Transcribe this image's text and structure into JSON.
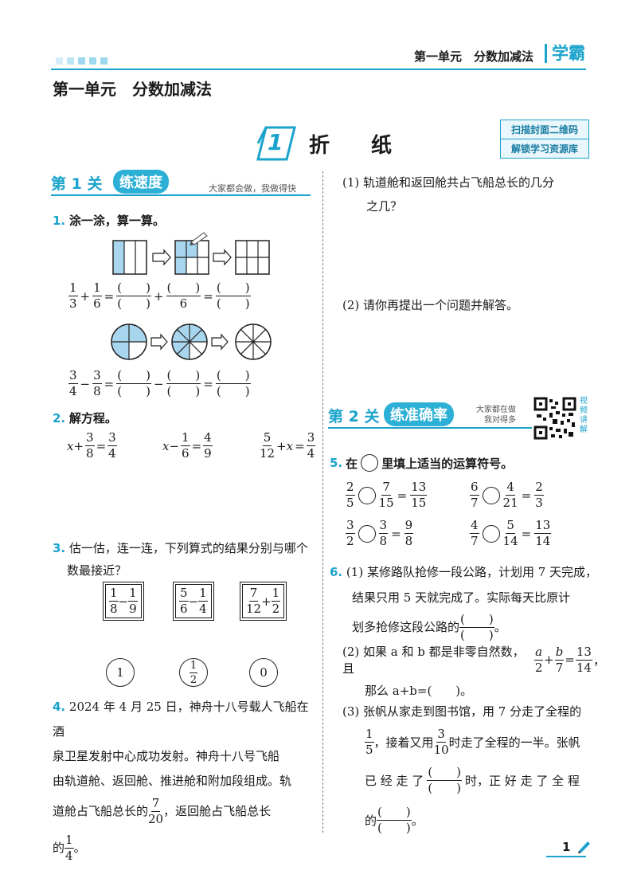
{
  "header": {
    "unit": "第一单元",
    "topic": "分数加减法",
    "brand": "学霸"
  },
  "page_title": "第一单元　分数加减法",
  "lesson": {
    "number": "1",
    "title": "折　　纸"
  },
  "scan_box": {
    "line1": "扫描封面二维码",
    "line2": "解锁学习资源库"
  },
  "level1": {
    "label": "第 1 关",
    "title": "练速度",
    "slogan": "大家都会做，我做得快"
  },
  "level2": {
    "label": "第 2 关",
    "title": "练准确率",
    "slogan1": "大家都在做",
    "slogan2": "我对得多",
    "video": "视频讲解"
  },
  "q1": {
    "num": "1.",
    "text": "涂一涂，算一算。",
    "eq1": {
      "a_n": "1",
      "a_d": "3",
      "op": "+",
      "b_n": "1",
      "b_d": "6",
      "eq": "=",
      "blank": "(　　)",
      "op2": "+",
      "d2": "6",
      "eq2": "="
    },
    "eq2": {
      "a_n": "3",
      "a_d": "4",
      "op": "−",
      "b_n": "3",
      "b_d": "8",
      "eq": "=",
      "blank": "(　　)",
      "op2": "−",
      "eq2": "="
    }
  },
  "q2": {
    "num": "2.",
    "text": "解方程。",
    "e1": {
      "pre": "x+",
      "n1": "3",
      "d1": "8",
      "eq": "=",
      "n2": "3",
      "d2": "4"
    },
    "e2": {
      "pre": "x−",
      "n1": "1",
      "d1": "6",
      "eq": "=",
      "n2": "4",
      "d2": "9"
    },
    "e3": {
      "n1": "5",
      "d1": "12",
      "mid": "+x",
      "eq": "=",
      "n2": "3",
      "d2": "4"
    }
  },
  "q3": {
    "num": "3.",
    "text1": "估一估，连一连，下列算式的结果分别与哪个",
    "text2": "数最接近？",
    "boxes": [
      {
        "n1": "1",
        "d1": "8",
        "op": "−",
        "n2": "1",
        "d2": "9"
      },
      {
        "n1": "5",
        "d1": "6",
        "op": "−",
        "n2": "1",
        "d2": "4"
      },
      {
        "n1": "7",
        "d1": "12",
        "op": "+",
        "n2": "1",
        "d2": "2"
      }
    ],
    "circles": {
      "c1": "1",
      "c2_n": "1",
      "c2_d": "2",
      "c3": "0"
    }
  },
  "q4": {
    "num": "4.",
    "l1": "2024 年 4 月 25 日，神舟十八号载人飞船在酒",
    "l2": "泉卫星发射中心成功发射。神舟十八号飞船",
    "l3": "由轨道舱、返回舱、推进舱和附加段组成。轨",
    "l4a": "道舱占飞船总长的",
    "l4_n": "7",
    "l4_d": "20",
    "l4b": "，返回舱占飞船总长",
    "l5a": "的",
    "l5_n": "1",
    "l5_d": "4",
    "l5b": "。",
    "sub1_a": "(1) 轨道舱和返回舱共占飞船总长的几分",
    "sub1_b": "之几？",
    "sub2": "(2) 请你再提出一个问题并解答。"
  },
  "q5": {
    "num": "5.",
    "text_a": "在",
    "text_b": "里填上适当的运算符号。",
    "items": [
      {
        "n1": "2",
        "d1": "5",
        "n2": "7",
        "d2": "15",
        "eq": "=",
        "n3": "13",
        "d3": "15"
      },
      {
        "n1": "6",
        "d1": "7",
        "n2": "4",
        "d2": "21",
        "eq": "=",
        "n3": "2",
        "d3": "3"
      },
      {
        "n1": "3",
        "d1": "2",
        "n2": "3",
        "d2": "8",
        "eq": "=",
        "n3": "9",
        "d3": "8"
      },
      {
        "n1": "4",
        "d1": "7",
        "n2": "5",
        "d2": "14",
        "eq": "=",
        "n3": "13",
        "d3": "14"
      }
    ]
  },
  "q6": {
    "num": "6.",
    "p1_l1": "(1) 某修路队抢修一段公路，计划用 7 天完成，",
    "p1_l2": "结果只用 5 天就完成了。实际每天比原计",
    "p1_l3": "划多抢修这段公路的",
    "p1_end": "。",
    "p2_l1": "(2) 如果 a 和 b 都是非零自然数，且",
    "p2_a": "a",
    "p2_2": "2",
    "p2_plus": "+",
    "p2_b": "b",
    "p2_7": "7",
    "p2_eq": "=",
    "p2_13": "13",
    "p2_14": "14",
    "p2_comma": "，",
    "p2_l2": "那么 a+b=(　　)。",
    "p3_l1": "(3) 张帆从家走到图书馆，用 7 分走了全程的",
    "p3_n1": "1",
    "p3_d1": "5",
    "p3_l2a": "，接着又用",
    "p3_n2": "3",
    "p3_d2": "10",
    "p3_l2b": "时走了全程的一半。张帆",
    "p3_l3a": "已 经 走 了",
    "p3_l3b": "时，正 好 走 了 全 程",
    "p3_l4a": "的",
    "p3_l4b": "。"
  },
  "blank": "(　　)",
  "page_number": "1"
}
